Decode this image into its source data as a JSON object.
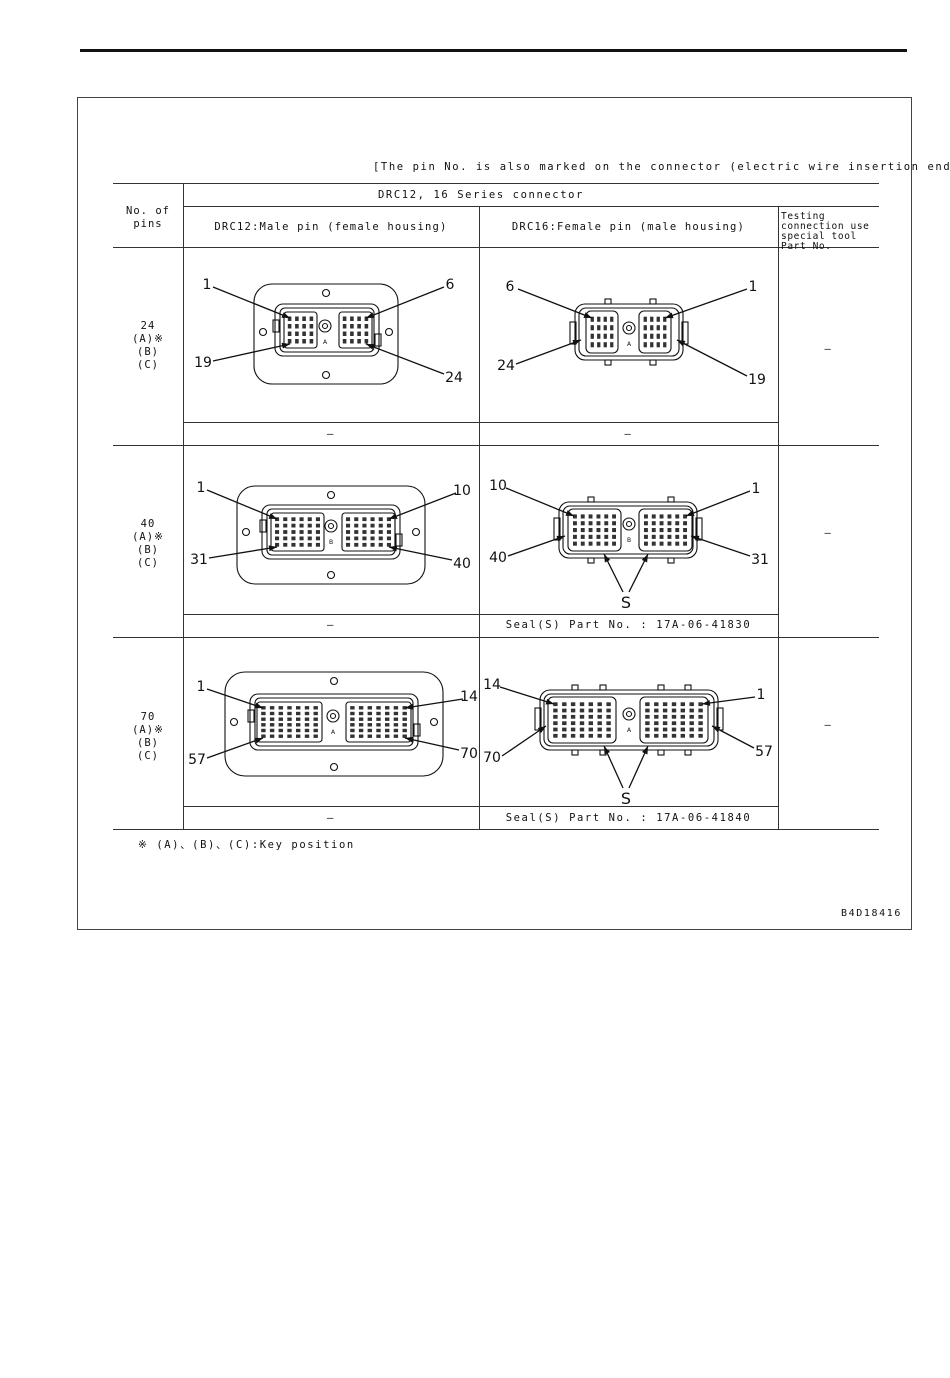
{
  "note": "[The pin No. is also marked on the connector (electric wire insertion end)]",
  "table": {
    "header_series": "DRC12, 16 Series connector",
    "header_no_of_pins": "No. of pins",
    "header_drc12": "DRC12:Male pin (female housing)",
    "header_drc16": "DRC16:Female pin (male housing)",
    "header_tool": "Testing connection use special tool Part No.",
    "rows": [
      {
        "pins": "24",
        "key_a": "(A)※",
        "key_b": "(B)",
        "key_c": "(C)",
        "male_labels": {
          "tl": "1",
          "tr": "6",
          "bl": "19",
          "br": "24"
        },
        "female_labels": {
          "tl": "6",
          "tr": "1",
          "bl": "24",
          "br": "19"
        },
        "male_key": "A",
        "female_key": "A",
        "male_part": "–",
        "female_part": "–",
        "tool": "–"
      },
      {
        "pins": "40",
        "key_a": "(A)※",
        "key_b": "(B)",
        "key_c": "(C)",
        "male_labels": {
          "tl": "1",
          "tr": "10",
          "bl": "31",
          "br": "40"
        },
        "female_labels": {
          "tl": "10",
          "tr": "1",
          "bl": "40",
          "br": "31"
        },
        "male_key": "B",
        "female_key": "B",
        "seal_label": "S",
        "male_part": "–",
        "female_part": "Seal(S) Part No. : 17A-06-41830",
        "tool": "–"
      },
      {
        "pins": "70",
        "key_a": "(A)※",
        "key_b": "(B)",
        "key_c": "(C)",
        "male_labels": {
          "tl": "1",
          "tr": "14",
          "bl": "57",
          "br": "70"
        },
        "female_labels": {
          "tl": "14",
          "tr": "1",
          "bl": "70",
          "br": "57"
        },
        "male_key": "A",
        "female_key": "A",
        "seal_label": "S",
        "male_part": "–",
        "female_part": "Seal(S) Part No. : 17A-06-41840",
        "tool": "–"
      }
    ]
  },
  "footnote": "※ (A)、(B)、(C):Key position",
  "figure_id": "B4D18416"
}
